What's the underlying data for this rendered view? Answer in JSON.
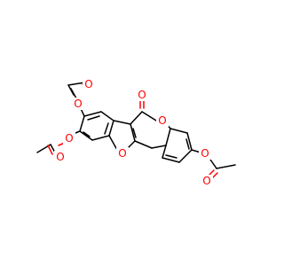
{
  "molecule": {
    "colors": {
      "carbon_bond": "#000000",
      "oxygen": "#ff0000",
      "background": "#ffffff"
    },
    "atoms": {
      "o_acetoxy_top": "O",
      "o_carbonyl_top": "O",
      "o_lactone_carbonyl": "O",
      "o_lactone_ring": "O",
      "o_acetoxy_left": "O",
      "o_carbonyl_left": "O",
      "o_furan": "O",
      "o_acetoxy_right": "O",
      "o_carbonyl_right": "O"
    }
  }
}
